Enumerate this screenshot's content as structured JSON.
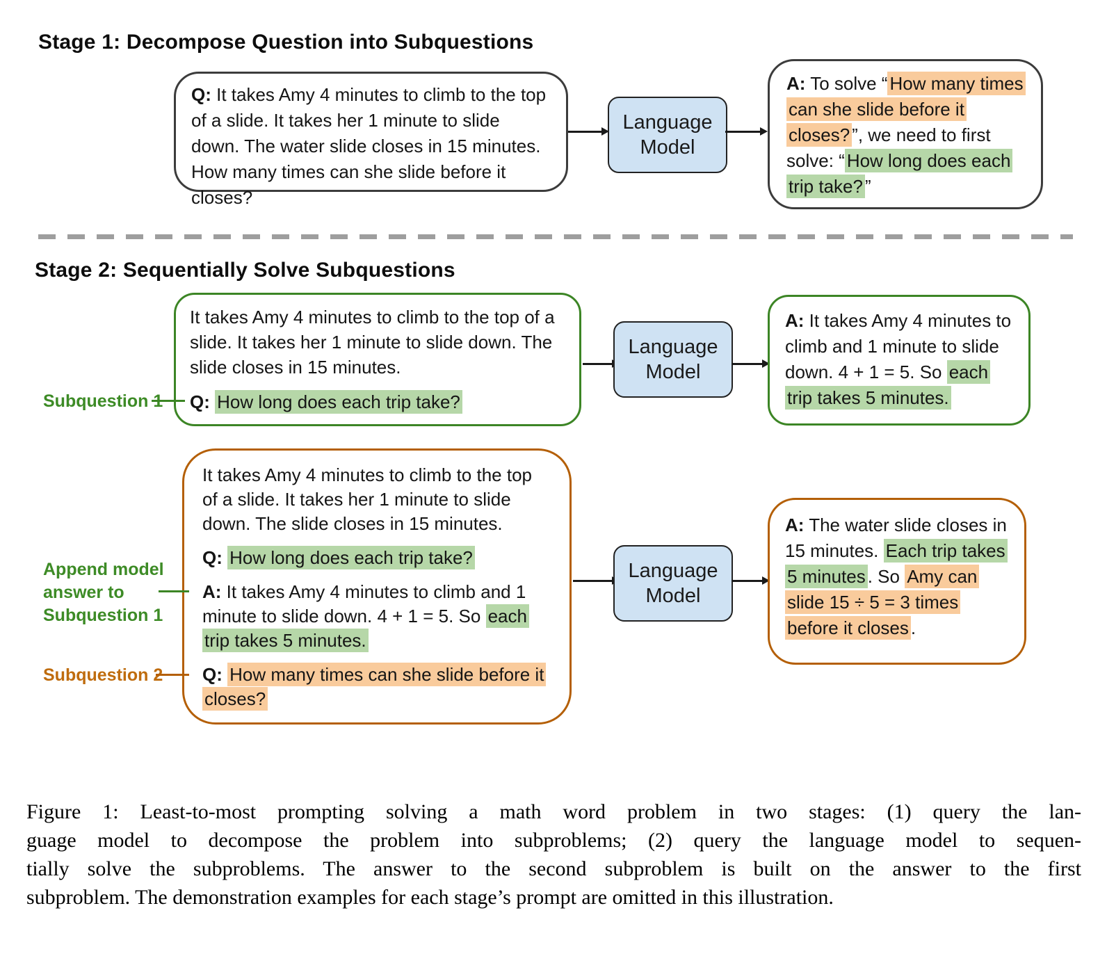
{
  "stage1": {
    "title": "Stage 1: Decompose Question into Subquestions",
    "question": {
      "q_label": "Q:",
      "text": " It takes Amy 4 minutes to climb to the top of a slide. It takes her 1 minute to slide down. The water slide closes in 15 minutes. How many times can she slide before it closes?"
    },
    "answer": {
      "a_label": "A:",
      "seg_plain1": " To solve “",
      "seg_orange": "How many times can she slide before it closes?",
      "seg_plain2": "”, we need to first solve: “",
      "seg_green": "How long does each trip take?",
      "seg_plain3": "”"
    }
  },
  "language_model_label": "Language Model",
  "stage2": {
    "title": "Stage 2: Sequentially Solve Subquestions",
    "row1": {
      "context": "It takes Amy 4 minutes to climb to the top of a slide. It takes her 1 minute to slide down. The slide closes in 15 minutes.",
      "q_label": "Q:",
      "q_green": "How long does each trip take?",
      "side_label": "Subquestion 1",
      "answer": {
        "a_label": "A:",
        "seg_plain1": " It takes Amy 4 minutes to climb and 1 minute to slide down. 4 + 1 = 5. So ",
        "seg_green": "each trip takes 5 minutes."
      }
    },
    "row2": {
      "context": "It takes Amy 4 minutes to climb to the top of a slide. It takes her 1 minute to slide down. The slide closes in 15 minutes.",
      "q1_label": "Q:",
      "q1_green": "How long does each trip take?",
      "a1_label": "A:",
      "a1_plain": " It takes Amy 4 minutes to climb and 1 minute to slide down. 4 + 1 = 5. So ",
      "a1_green": "each trip takes 5 minutes.",
      "q2_label": "Q:",
      "q2_orange": "How many times can she slide before it closes?",
      "append_label": "Append model answer to Subquestion 1",
      "subq2_label": "Subquestion 2",
      "answer": {
        "a_label": "A:",
        "seg_plain1": " The water slide closes in 15 minutes. ",
        "seg_green": "Each trip takes 5 minutes",
        "seg_plain2": ". So ",
        "seg_orange": "Amy can slide 15 ÷ 5 = 3 times before it closes",
        "seg_plain3": "."
      }
    }
  },
  "caption": {
    "lines": [
      "Figure 1: Least-to-most prompting solving a math word problem in two stages: (1) query the lan-",
      "guage model to decompose the problem into subproblems; (2) query the language model to sequen-",
      "tially solve the subproblems. The answer to the second subproblem is built on the answer to the first",
      "subproblem. The demonstration examples for each stage’s prompt are omitted in this illustration."
    ]
  },
  "colors": {
    "highlight_orange": "#f9cb9c",
    "highlight_green": "#b6d7a8",
    "model_box_fill": "#cfe2f3",
    "model_box_border": "#222222",
    "green_accent": "#3c8525",
    "orange_accent": "#b45f06",
    "divider_gray": "#9e9e9e"
  }
}
